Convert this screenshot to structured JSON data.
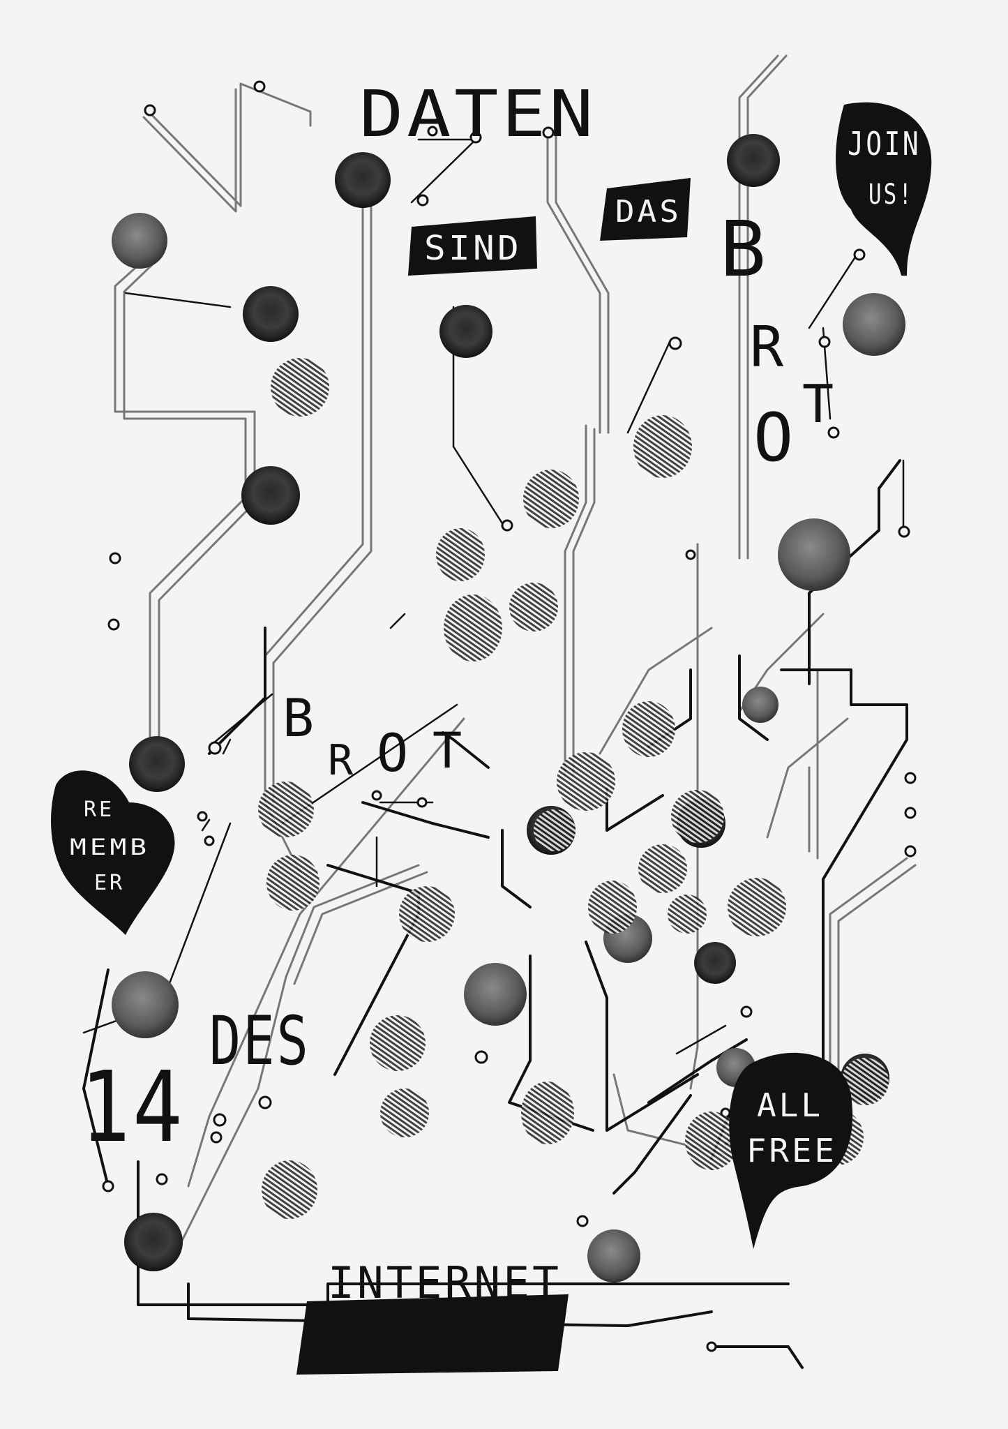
{
  "poster": {
    "headline": {
      "w1": "DATEN",
      "w2": "SIND",
      "w3": "DAS",
      "brot_vertical": [
        "B",
        "R",
        "O",
        "T"
      ],
      "brot_middle": [
        "B",
        "R",
        "O",
        "T"
      ]
    },
    "bubbles": {
      "join": [
        "JOIN",
        "US!"
      ],
      "remember": [
        "RE",
        "MEMB",
        "ER"
      ],
      "free": [
        "ALL",
        "FREE"
      ]
    },
    "date": {
      "day": "14",
      "label": "DES"
    },
    "footer": {
      "label": "INTERNET"
    },
    "colors": {
      "ink": "#111111",
      "paper": "#f4f4f2",
      "grey_ink": "#555555"
    }
  }
}
